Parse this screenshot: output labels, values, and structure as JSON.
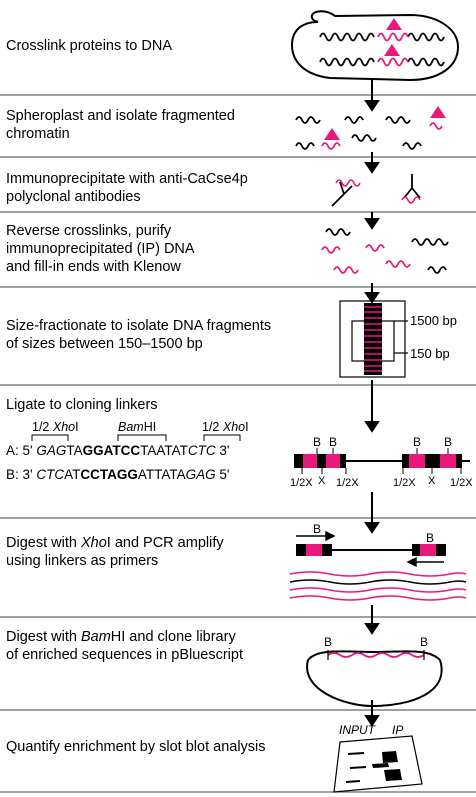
{
  "colors": {
    "accent": "#e8197a",
    "line": "#000000"
  },
  "steps": [
    {
      "id": 1,
      "lines": [
        "Crosslink proteins to DNA"
      ]
    },
    {
      "id": 2,
      "lines": [
        "Spheroplast and isolate fragmented",
        "chromatin"
      ]
    },
    {
      "id": 3,
      "lines": [
        "Immunoprecipitate with anti-CaCse4p",
        "polyclonal antibodies"
      ]
    },
    {
      "id": 4,
      "lines": [
        "Reverse crosslinks, purify",
        "immunoprecipitated (IP) DNA",
        "and fill-in ends with Klenow"
      ]
    },
    {
      "id": 5,
      "lines": [
        "Size-fractionate to isolate DNA fragments",
        "of sizes between 150–1500 bp"
      ]
    },
    {
      "id": 6,
      "lines": [
        "Ligate to cloning linkers"
      ]
    },
    {
      "id": 7,
      "lines": [
        "Digest with XhoI and PCR amplify",
        "using linkers as primers"
      ]
    },
    {
      "id": 8,
      "lines": [
        "Digest with BamHI and clone library",
        "of enriched sequences in pBluescript"
      ]
    },
    {
      "id": 9,
      "lines": [
        "Quantify enrichment by slot blot analysis"
      ]
    }
  ],
  "gel": {
    "marker_top": "1500 bp",
    "marker_bottom": "150 bp"
  },
  "linkers": {
    "half": "1/2",
    "xho": "Xho",
    "xho_suffix": "I",
    "bam": "Bam",
    "bam_suffix": "HI",
    "a_prefix": "A: 5'",
    "a_gag": "GAG",
    "a_ta": "TA",
    "a_bam": "GGATCC",
    "a_mid": "TAATAT",
    "a_ctc": "CTC",
    "a_end": "3'",
    "b_prefix": "B: 3'",
    "b_ctc": "CTC",
    "b_at": "AT",
    "b_bam": "CCTAGG",
    "b_mid": "ATTATA",
    "b_gag": "GAG",
    "b_end": "5'"
  },
  "ligate_labels": {
    "b": "B",
    "x": "X",
    "halfx": "1/2X"
  },
  "pcr_labels": {
    "b": "B"
  },
  "plasmid_labels": {
    "b": "B"
  },
  "slot_blot": {
    "input": "INPUT",
    "ip": "IP"
  }
}
